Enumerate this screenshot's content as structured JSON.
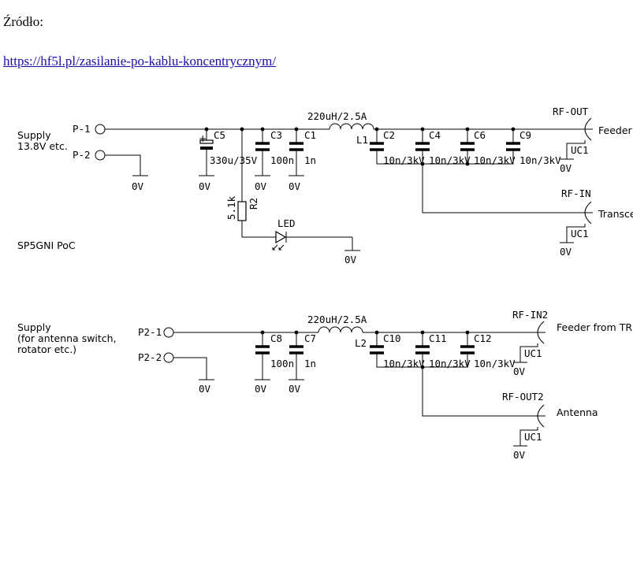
{
  "source_label": "Źródło:",
  "source_link": "https://hf5l.pl/zasilanie-po-kablu-koncentrycznym/",
  "top": {
    "supply_label_1": "Supply",
    "supply_label_2": "13.8V etc.",
    "p1": "P-1",
    "p2": "P-2",
    "c5": "C5",
    "c5_value": "330u/35V",
    "c3": "C3",
    "c3_value": "100n",
    "c1": "C1",
    "c1_value": "1n",
    "inductor_value": "220uH/2.5A",
    "l1": "L1",
    "c2": "C2",
    "c4": "C4",
    "c6": "C6",
    "c9": "C9",
    "hv_cap_value": "10n/3kV",
    "r2": "R2",
    "r2_value": "5.1k",
    "led": "LED",
    "gnd": "0V",
    "rf_out": "RF-OUT",
    "feeder": "Feeder",
    "rf_in": "RF-IN",
    "transceiver": "Transce",
    "uc1": "UC1",
    "credit": "SP5GNI PoC"
  },
  "bottom": {
    "supply_label_1": "Supply",
    "supply_label_2": "(for antenna switch,",
    "supply_label_3": "rotator etc.)",
    "p21": "P2-1",
    "p22": "P2-2",
    "c8": "C8",
    "c8_value": "100n",
    "c7": "C7",
    "c7_value": "1n",
    "inductor_value": "220uH/2.5A",
    "l2": "L2",
    "c10": "C10",
    "c11": "C11",
    "c12": "C12",
    "hv_cap_value": "10n/3kV",
    "gnd": "0V",
    "rf_in2": "RF-IN2",
    "feeder_from": "Feeder from TR",
    "rf_out2": "RF-OUT2",
    "antenna": "Antenna",
    "uc1": "UC1"
  }
}
